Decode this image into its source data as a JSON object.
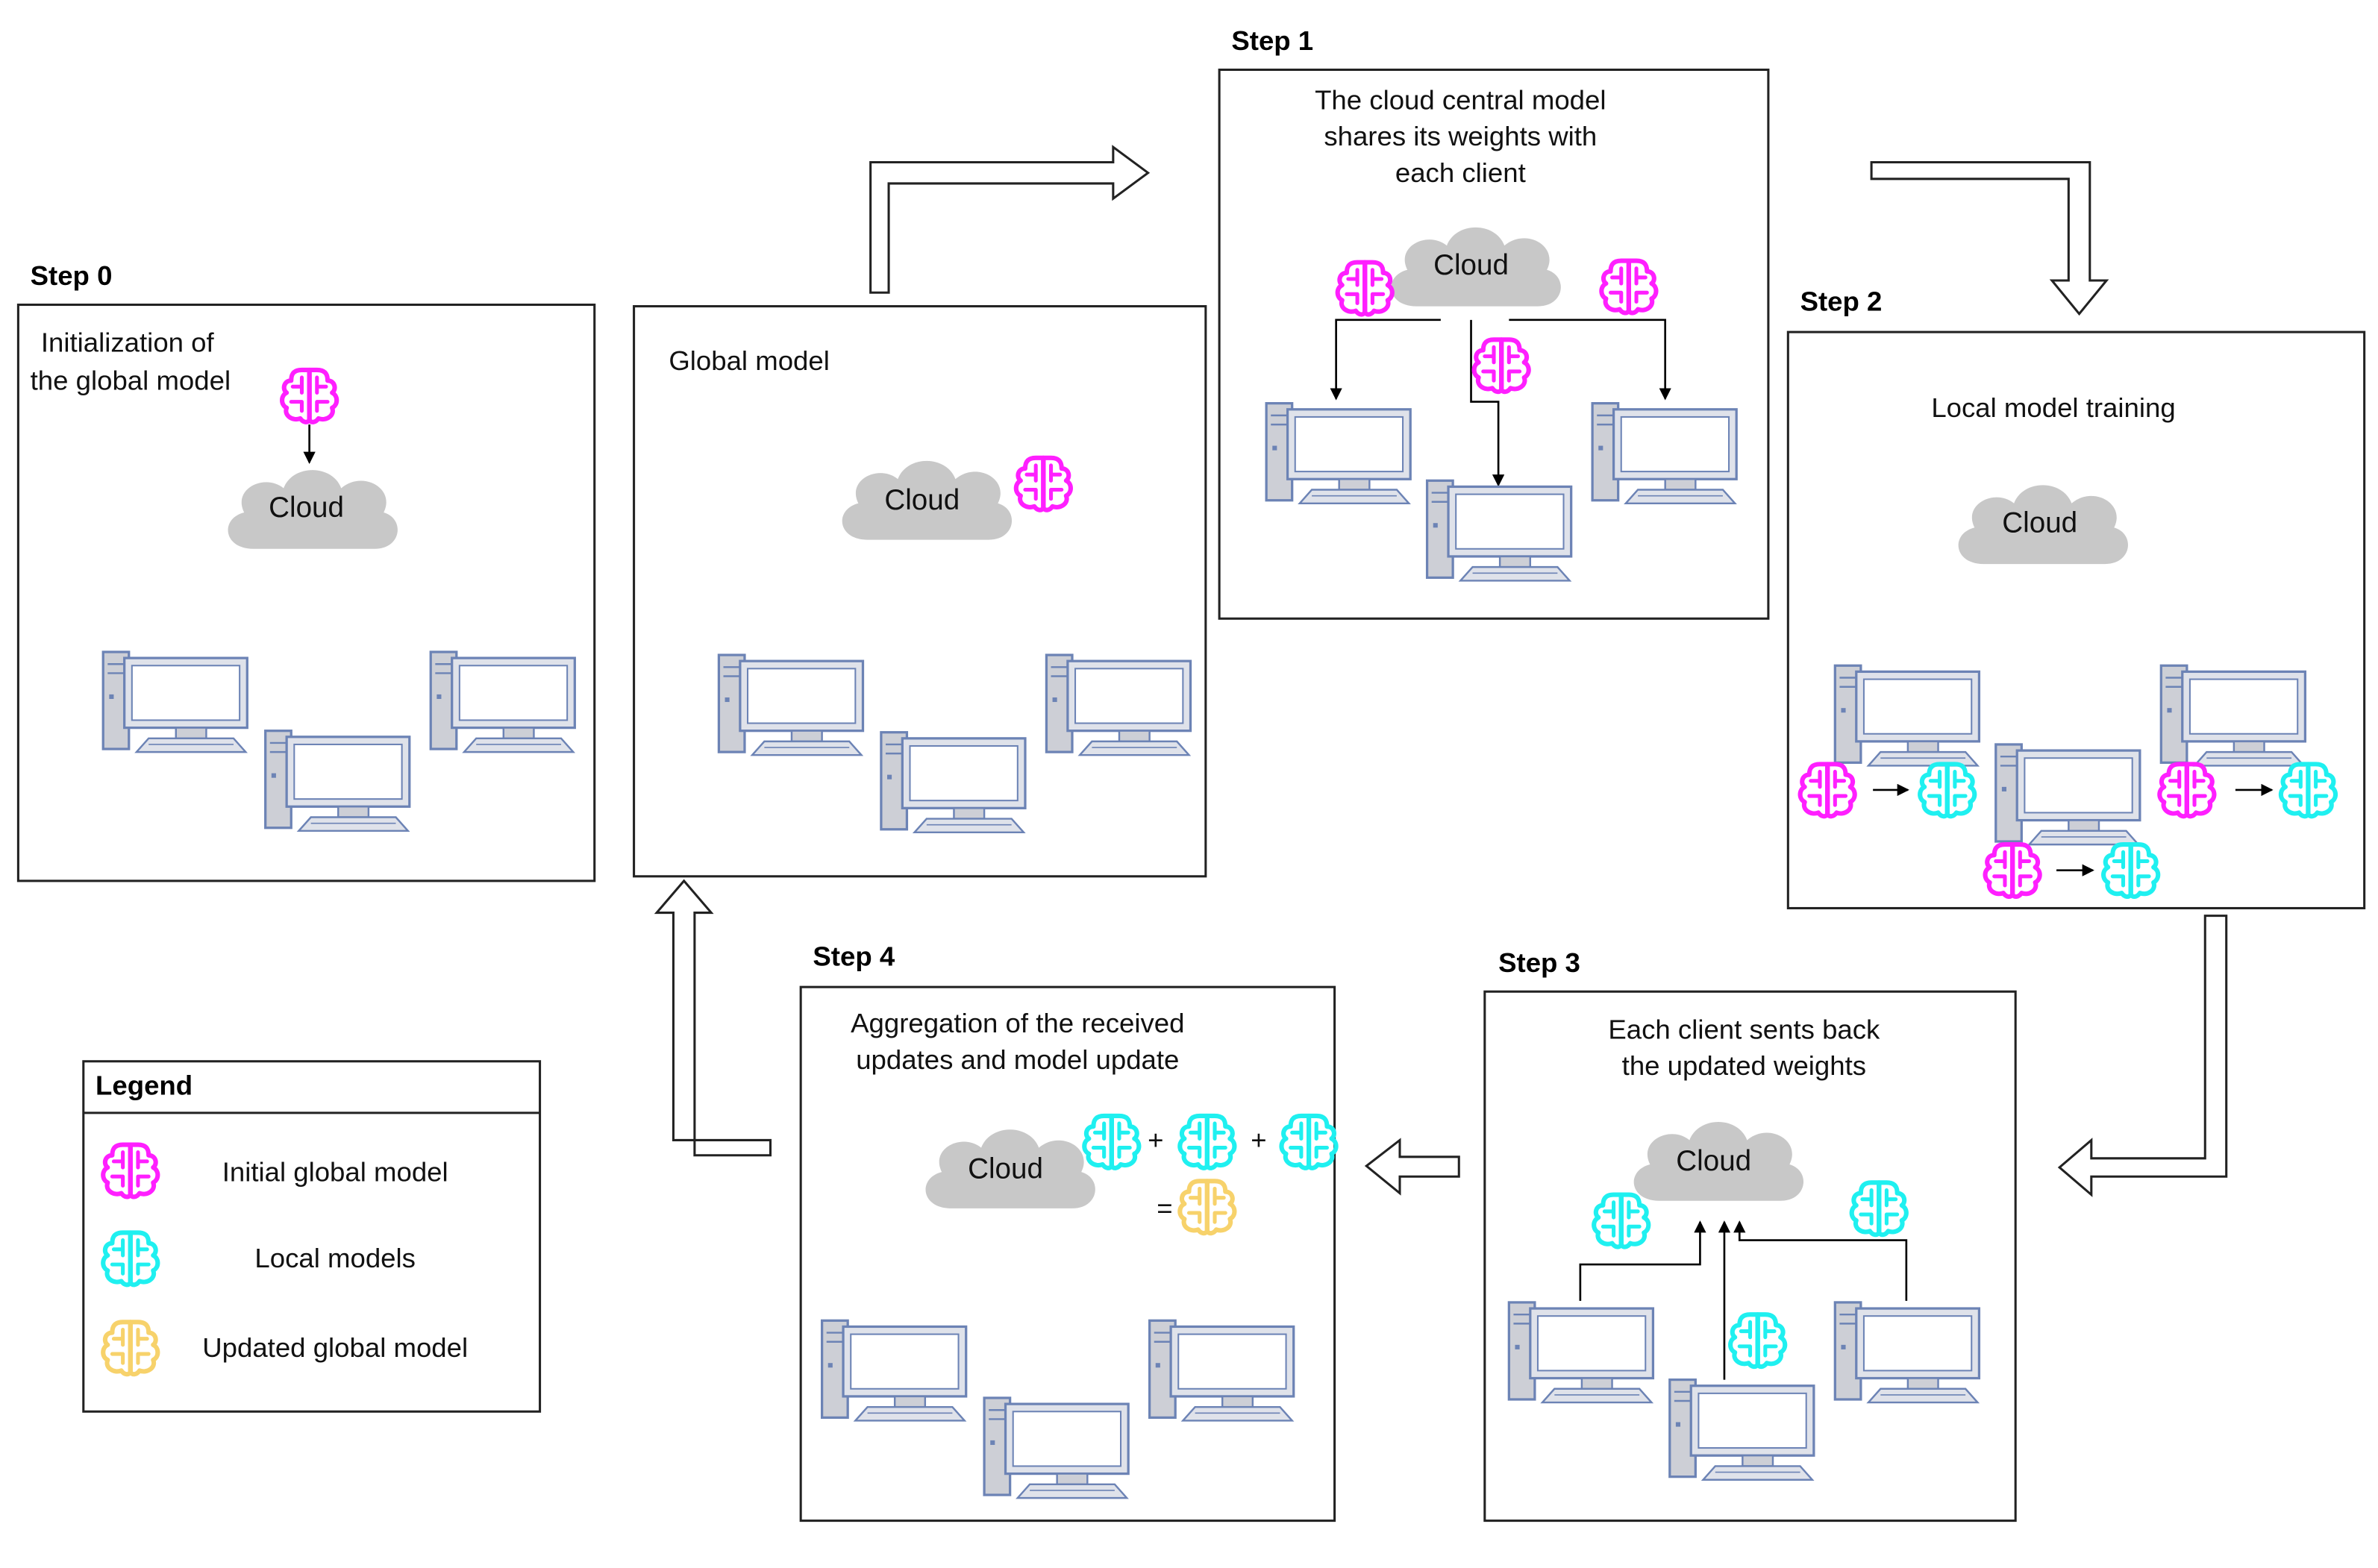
{
  "steps": {
    "step0": {
      "title": "Step 0",
      "line1": "Initialization of",
      "line2": "the global model"
    },
    "global": {
      "label": "Global model"
    },
    "step1": {
      "title": "Step 1",
      "line1": "The cloud central model",
      "line2": "shares its weights with",
      "line3": "each client"
    },
    "step2": {
      "title": "Step 2",
      "line1": "Local model training"
    },
    "step3": {
      "title": "Step 3",
      "line1": "Each client sents back",
      "line2": "the updated weights"
    },
    "step4": {
      "title": "Step 4",
      "line1": "Aggregation of the received",
      "line2": "updates and model update"
    }
  },
  "cloud_label": "Cloud",
  "symbols": {
    "plus": "+",
    "equals": "="
  },
  "legend": {
    "title": "Legend",
    "items": [
      {
        "label": "Initial global model",
        "icon": "brain-icon",
        "color": "#ff1fff"
      },
      {
        "label": "Local models",
        "icon": "brain-icon",
        "color": "#1ff0f0"
      },
      {
        "label": "Updated global model",
        "icon": "brain-icon",
        "color": "#f7d26b"
      }
    ]
  },
  "colors": {
    "initial": "#ff1fff",
    "local": "#1ff0f0",
    "updated": "#f7d26b",
    "cloud": "#c8c8c8",
    "computer": "#6c83b5"
  }
}
